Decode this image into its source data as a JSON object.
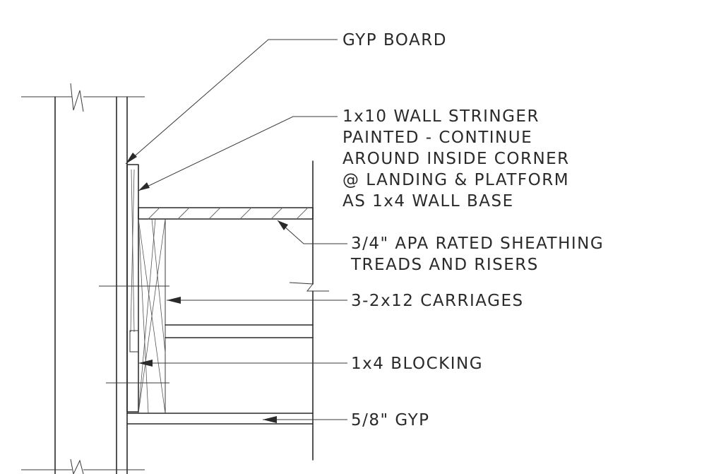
{
  "callouts": {
    "gyp_board": "GYP BOARD",
    "wall_stringer": [
      "1x10 WALL STRINGER",
      "PAINTED - CONTINUE",
      "AROUND INSIDE CORNER",
      "@ LANDING & PLATFORM",
      "AS 1x4 WALL BASE"
    ],
    "sheathing": [
      "3/4\" APA RATED SHEATHING",
      "TREADS AND RISERS"
    ],
    "carriages": "3-2x12 CARRIAGES",
    "blocking": "1x4 BLOCKING",
    "gyp_58": "5/8\" GYP"
  }
}
